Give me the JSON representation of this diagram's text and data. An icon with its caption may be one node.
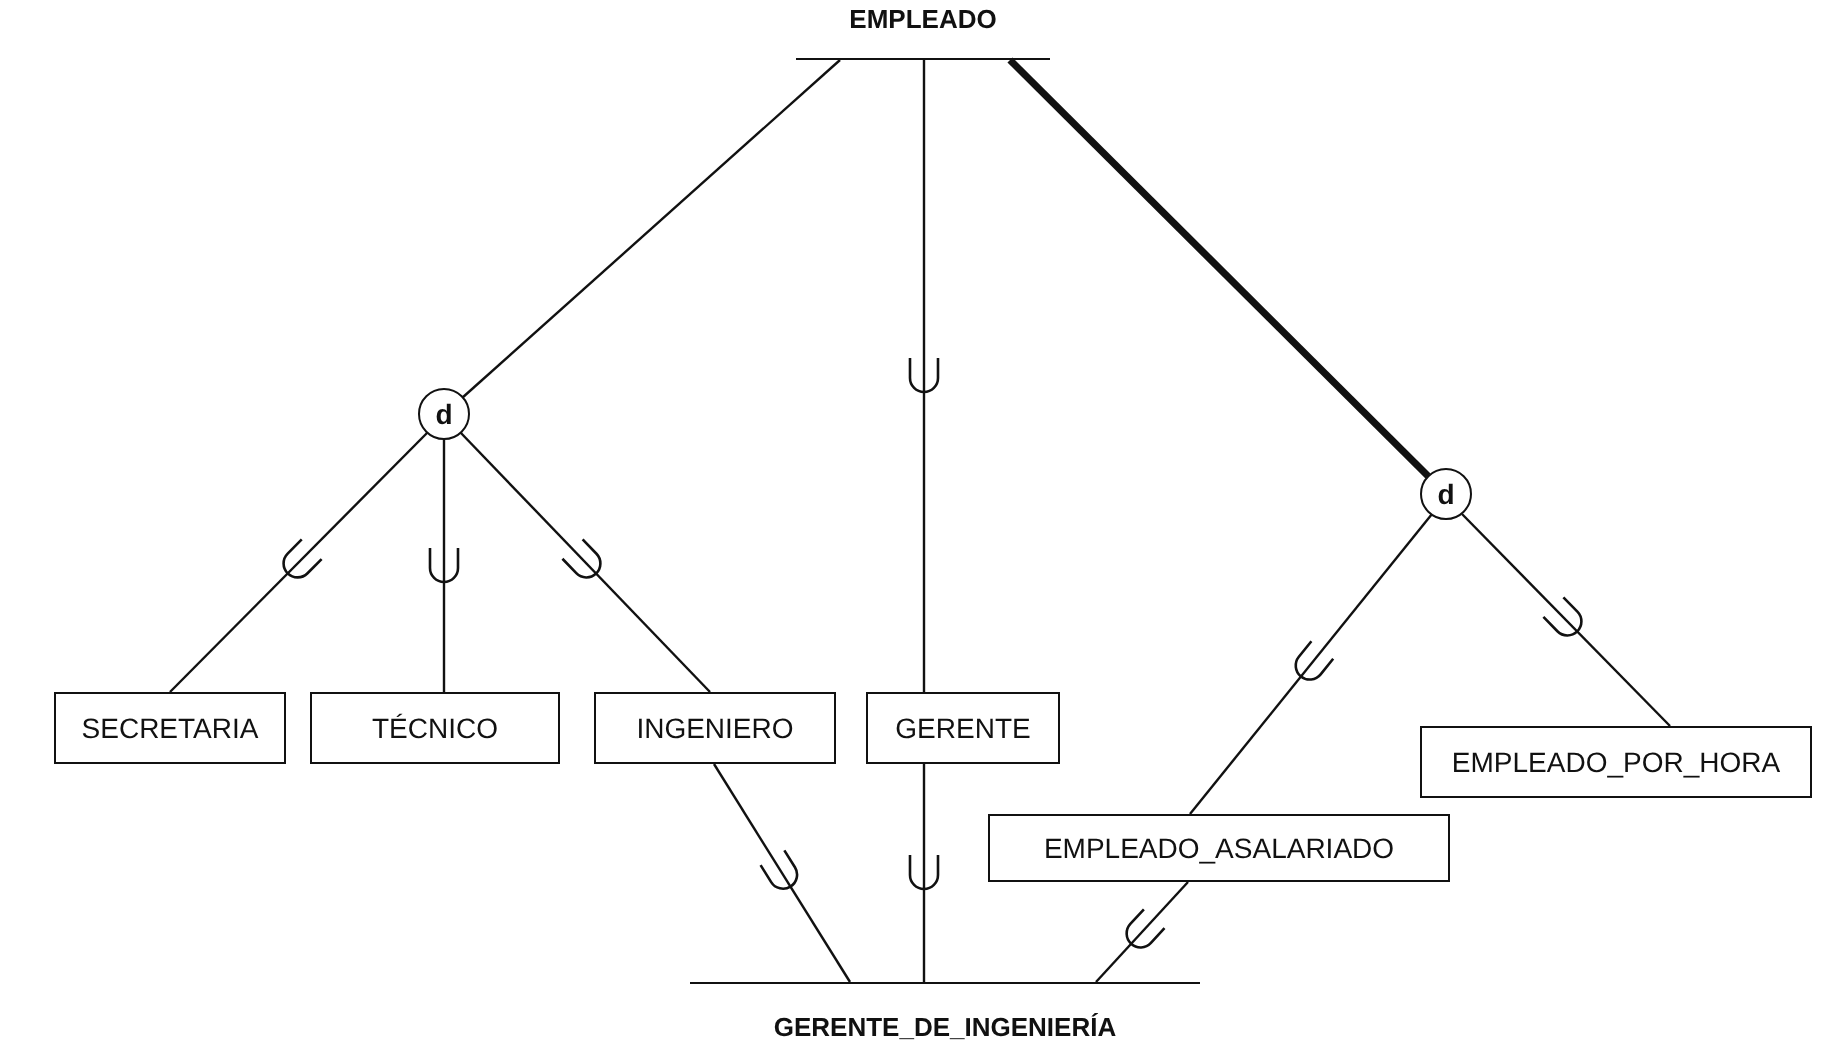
{
  "diagram": {
    "nodes": [
      {
        "text": [
          "EMPLEADO"
        ]
      },
      {
        "text": [
          "d"
        ]
      },
      {
        "text": [
          "d"
        ]
      },
      {
        "text": [
          "SECRETARIA"
        ]
      },
      {
        "text": [
          "TÉCNICO"
        ]
      },
      {
        "text": [
          "INGENIERO"
        ]
      },
      {
        "text": [
          "GERENTE"
        ]
      },
      {
        "text": [
          "EMPLEADO_ASALARIADO"
        ]
      },
      {
        "text": [
          "EMPLEADO_POR_HORA"
        ]
      },
      {
        "text": [
          "GERENTE_DE_INGENIERÍA"
        ]
      }
    ],
    "edges": [
      {
        "from": 0,
        "to": 1,
        "arrow": "none"
      },
      {
        "from": 0,
        "to": 6,
        "arrow": "none"
      },
      {
        "from": 0,
        "to": 2,
        "arrow": "none",
        "style": "thick"
      },
      {
        "from": 1,
        "to": 3,
        "arrow": "none"
      },
      {
        "from": 1,
        "to": 4,
        "arrow": "none"
      },
      {
        "from": 1,
        "to": 5,
        "arrow": "none"
      },
      {
        "from": 2,
        "to": 7,
        "arrow": "none"
      },
      {
        "from": 2,
        "to": 8,
        "arrow": "none"
      },
      {
        "from": 5,
        "to": 9,
        "arrow": "none"
      },
      {
        "from": 6,
        "to": 9,
        "arrow": "none"
      },
      {
        "from": 7,
        "to": 9,
        "arrow": "none"
      }
    ]
  }
}
